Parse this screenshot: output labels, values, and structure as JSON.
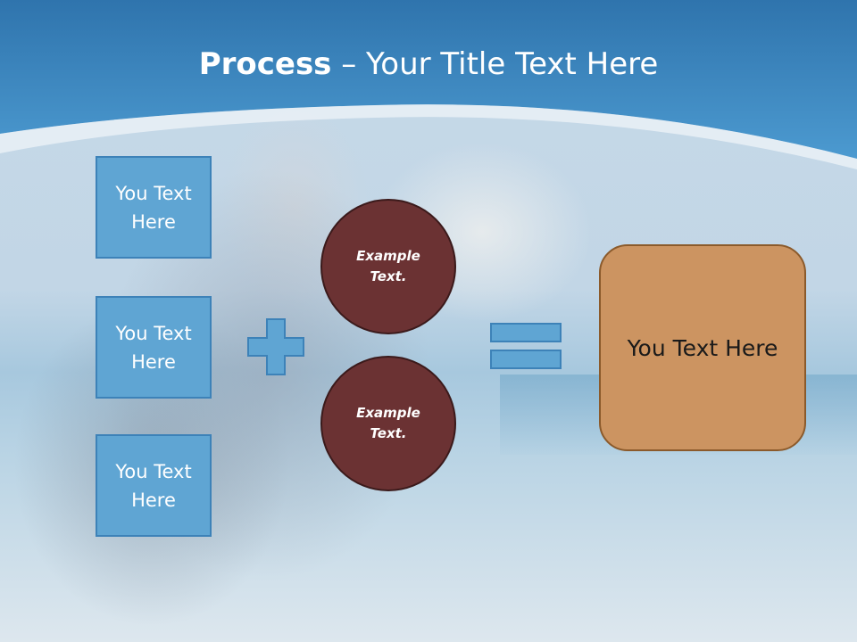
{
  "slide": {
    "title_bold": "Process",
    "title_rest": " – Your Title Text Here",
    "boxes": [
      {
        "label": "You Text Here"
      },
      {
        "label": "You Text Here"
      },
      {
        "label": "You Text Here"
      }
    ],
    "circles": [
      {
        "label": "Example Text."
      },
      {
        "label": "Example Text."
      }
    ],
    "result": {
      "label": "You Text Here"
    }
  },
  "colors": {
    "header_blue": "#3f8ec8",
    "box_fill": "#5fa5d3",
    "box_border": "#3d82b8",
    "circle_fill": "#6b3233",
    "result_fill": "#cc9461"
  }
}
